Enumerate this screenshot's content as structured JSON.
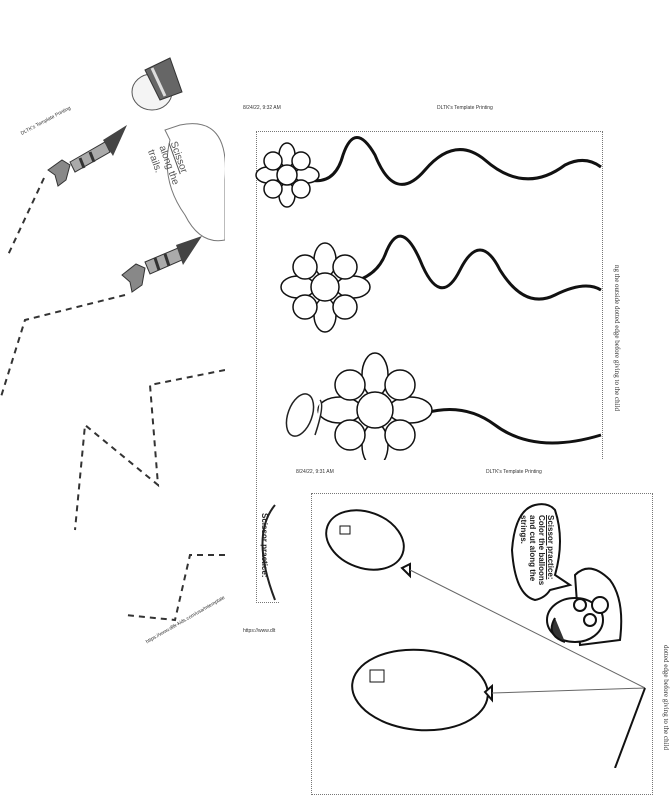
{
  "back_sheet": {
    "header_title": "DLTK's Template Printing",
    "bubble_text": [
      "Scissor",
      "along the",
      "trails."
    ],
    "footer_url": "https://www.dltk-kids.com/usa/mtemplate"
  },
  "middle_sheet": {
    "header_date": "8/24/22, 9:32 AM",
    "header_title": "DLTK's Template Printing",
    "side_instruction": "ng the outside dotted edge before giving to the child",
    "bubble_text": "Scissor practice:",
    "footer_url": "https://www.dlt"
  },
  "front_sheet": {
    "header_date": "8/24/22, 9:31 AM",
    "header_title": "DLTK's Template Printing",
    "bubble_title": "Scissor practice:",
    "bubble_lines": [
      "Color the balloons",
      "and cut along the",
      "strings."
    ],
    "side_instruction": "dotted edge before giving to the child"
  }
}
